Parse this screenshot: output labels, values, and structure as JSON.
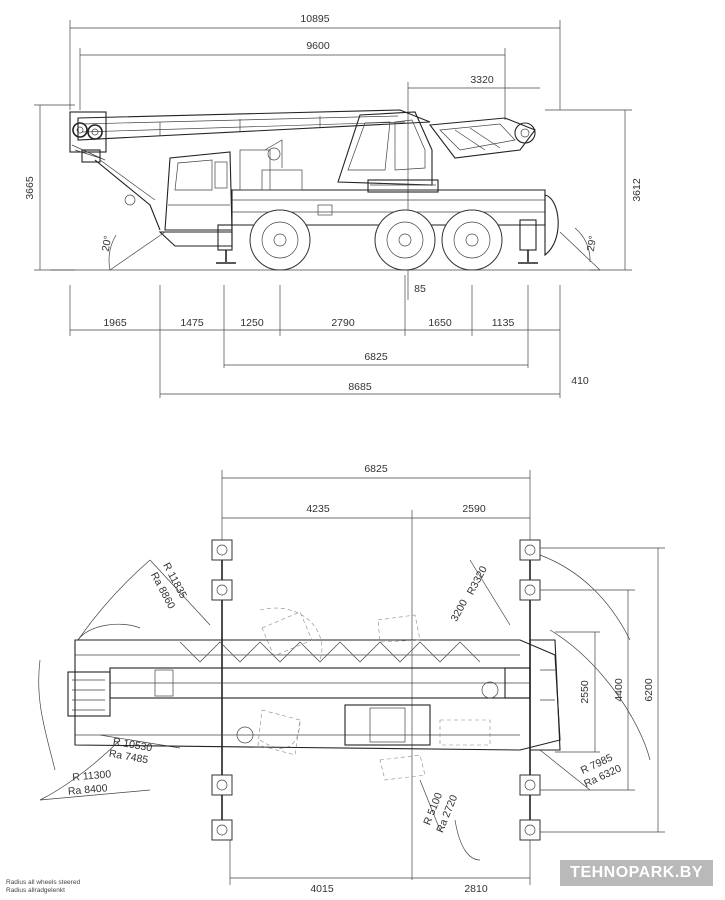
{
  "side_view": {
    "dims": {
      "overall_length": "10895",
      "boom_length": "9600",
      "rear_overhang": "3320",
      "height_left": "3665",
      "height_right": "3612",
      "angle_front": "20°",
      "angle_rear": "29°",
      "ground_clear": "85",
      "seg_1": "1965",
      "seg_2": "1475",
      "seg_3": "1250",
      "seg_4": "2790",
      "seg_5": "1650",
      "seg_6": "1135",
      "outrigger_base": "6825",
      "chassis_length": "8685",
      "rear_extra": "410"
    }
  },
  "top_view": {
    "dims": {
      "outrigger_length": "6825",
      "front_to_center": "4235",
      "center_to_rear": "2590",
      "r_front_outer": "R 11835",
      "ra_front_outer": "Ra 8860",
      "r_top_rear": "R3320",
      "r_top_inner": "3200",
      "r_left_1": "R 10530",
      "ra_left_1": "Ra 7485",
      "r_left_2": "R 11300",
      "ra_left_2": "Ra 8400",
      "r_bottom": "R 5100",
      "ra_bottom": "Ra 2720",
      "r_right": "R 7985",
      "ra_right": "Ra 6320",
      "width_1": "2550",
      "width_2": "4400",
      "width_3": "6200",
      "bottom_left": "4015",
      "bottom_right": "2810"
    }
  },
  "legend": {
    "line_1": "Radius all wheels steered",
    "line_2": "Radius allradgelenkt"
  },
  "watermark": "TEHNOPARK.BY"
}
